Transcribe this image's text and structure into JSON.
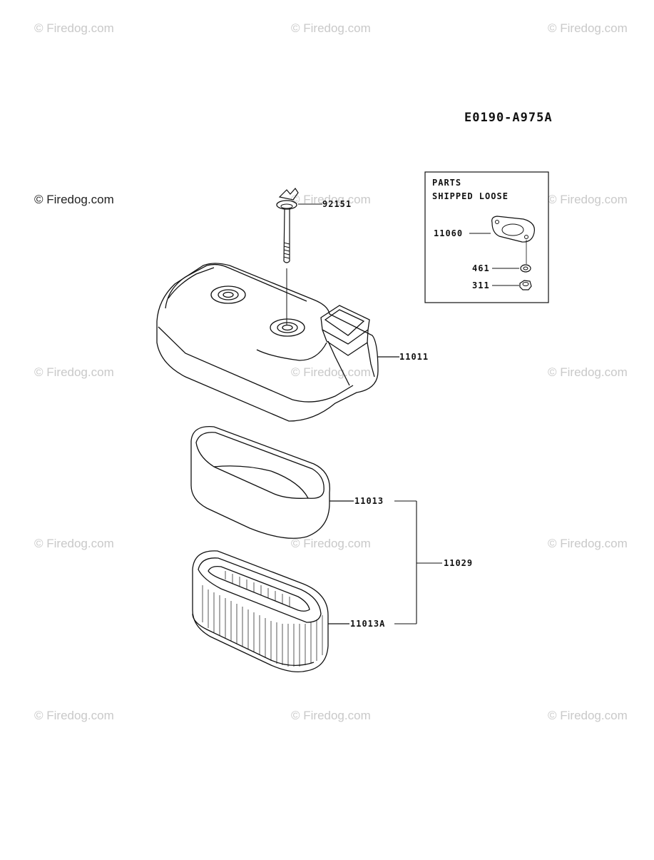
{
  "diagram_code": "E0190-A975A",
  "watermark_text": "© Firedog.com",
  "watermark_color": "#c9c9c9",
  "loose_parts_box": {
    "title_line1": "PARTS",
    "title_line2": "SHIPPED LOOSE",
    "parts": [
      "11060",
      "461",
      "311"
    ]
  },
  "callouts": {
    "bolt": "92151",
    "cover": "11011",
    "pre_cleaner": "11013",
    "element": "11013A",
    "assembly": "11029"
  }
}
